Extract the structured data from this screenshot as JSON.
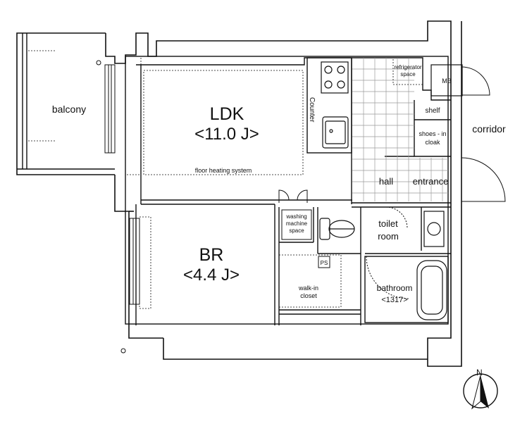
{
  "rooms": {
    "ldk": {
      "name": "LDK",
      "size": "<11.0 J>"
    },
    "br": {
      "name": "BR",
      "size": "<4.4 J>"
    },
    "balcony": "balcony",
    "corridor": "corridor",
    "counter": "Counter",
    "floor_heating": "floor heating system",
    "refrigerator": [
      "refrigerator",
      "space"
    ],
    "mb": "MB",
    "shelf": "shelf",
    "shoes_cloak": [
      "shoes - in",
      "cloak"
    ],
    "hall": "hall",
    "entrance": "entrance",
    "washing": [
      "washing",
      "machine",
      "space"
    ],
    "toilet": [
      "toilet",
      "room"
    ],
    "ps": "PS",
    "walkin": [
      "walk-in",
      "closet"
    ],
    "bathroom": {
      "name": "bathroom",
      "size": "<1317>"
    }
  },
  "compass": {
    "label": "N"
  },
  "colors": {
    "line": "#111111",
    "wall": "#ffffff",
    "tile": "#9a9a9a"
  }
}
